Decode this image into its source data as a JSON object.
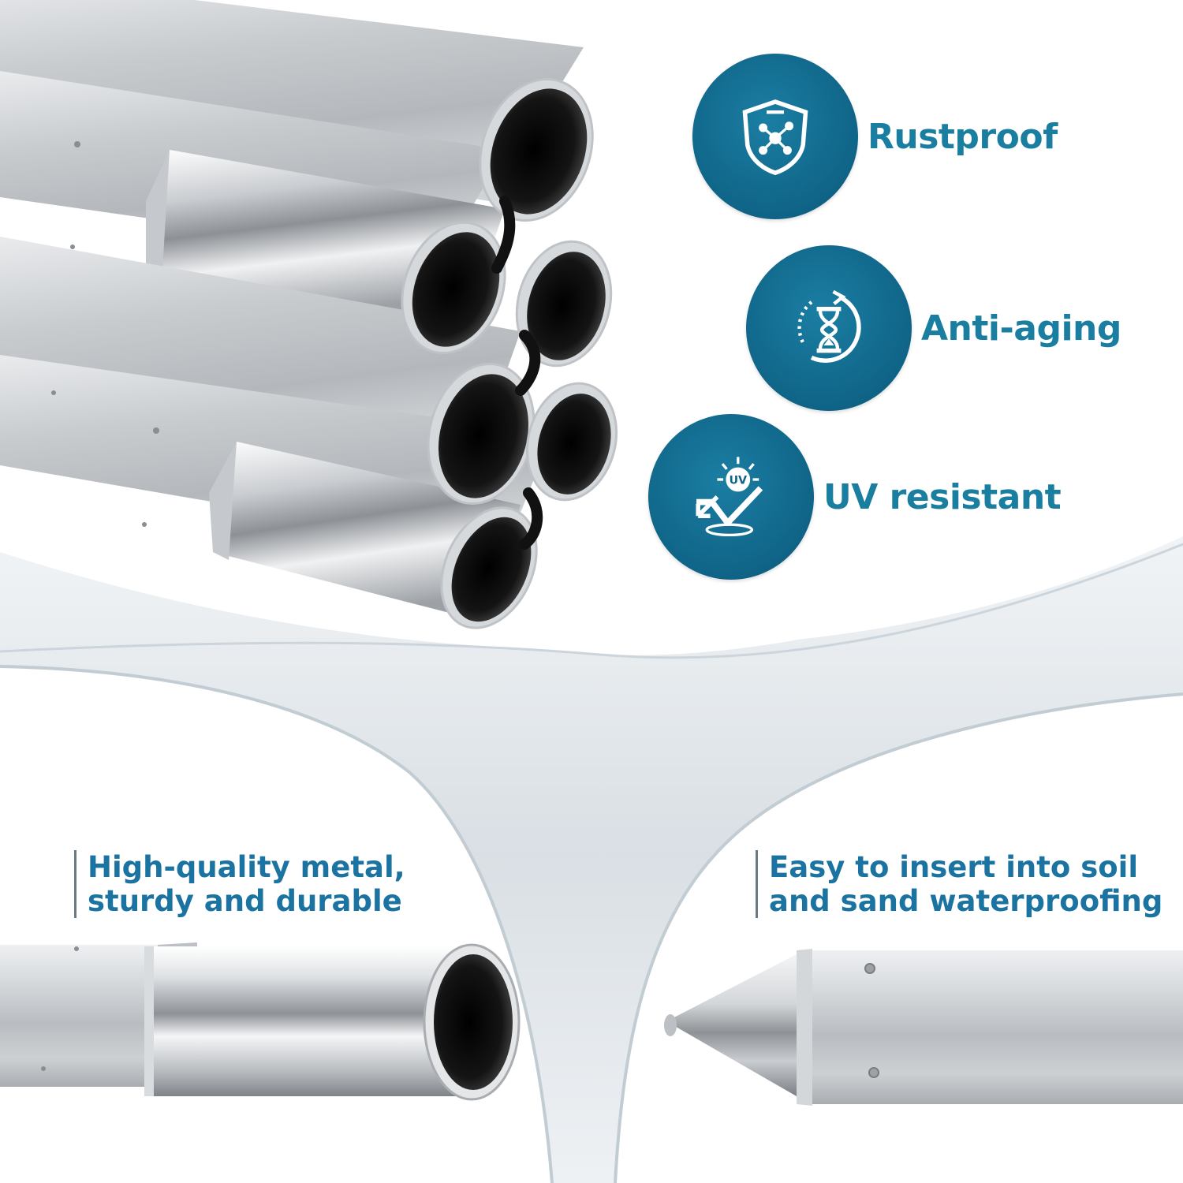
{
  "features": [
    {
      "label": "Rustproof",
      "icon": "shield-molecule-icon"
    },
    {
      "label": "Anti-aging",
      "icon": "hourglass-icon"
    },
    {
      "label": "UV resistant",
      "icon": "uv-sun-icon",
      "icon_text": "UV"
    }
  ],
  "captions": {
    "left": {
      "line1": "High-quality metal,",
      "line2": "sturdy and durable"
    },
    "right": {
      "line1": "Easy to insert into soil",
      "line2": "and sand waterproofing"
    }
  },
  "colors": {
    "badge": "#0f6487",
    "text_accent": "#1a7ea1",
    "caption": "#1a73a0",
    "metal": "#c8ccd0",
    "band": "#dfe4e8"
  }
}
